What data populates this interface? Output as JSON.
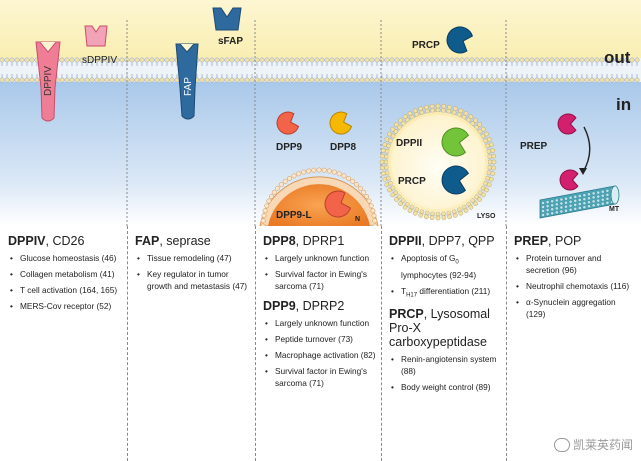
{
  "labels": {
    "out": "out",
    "in": "in",
    "dppiv": "DPPIV",
    "sdppiv": "sDPPIV",
    "fap": "FAP",
    "sfap": "sFAP",
    "dpp9": "DPP9",
    "dpp8": "DPP8",
    "dpp9l": "DPP9-L",
    "nucleus_n": "N",
    "prcp_out": "PRCP",
    "dppii": "DPPII",
    "prcp_in": "PRCP",
    "lyso": "LYSO",
    "prep": "PREP",
    "mt": "MT"
  },
  "panels": {
    "dppiv": {
      "name": "DPPIV",
      "alias": ", CD26",
      "items": [
        "Glucose homeostasis (46)",
        "Collagen metabolism (41)",
        "T cell activation (164, 165)",
        "MERS-Cov receptor (52)"
      ]
    },
    "fap": {
      "name": "FAP",
      "alias": ", seprase",
      "items": [
        "Tissue remodeling (47)",
        "Key regulator in tumor growth and metastasis (47)"
      ]
    },
    "dpp8": {
      "name": "DPP8",
      "alias": ", DPRP1",
      "items": [
        "Largely unknown function",
        "Survival factor in Ewing's sarcoma (71)"
      ]
    },
    "dpp9": {
      "name": "DPP9",
      "alias": ", DPRP2",
      "items": [
        "Largely unknown function",
        "Peptide turnover (73)",
        "Macrophage activation (82)",
        "Survival factor in Ewing's sarcoma (71)"
      ]
    },
    "dppii": {
      "name": "DPPII",
      "alias": ", DPP7, QPP",
      "item1_pre": "Apoptosis of G",
      "item1_sub": "0",
      "item1_post": " lymphocytes (92-94)",
      "item2_pre": "T",
      "item2_sub": "H17",
      "item2_post": " differentiation (211)"
    },
    "prcp": {
      "name": "PRCP",
      "alias": ", Lysosomal Pro-X carboxypeptidase",
      "items": [
        "Renin-angiotensin system (88)",
        "Body weight control (89)"
      ]
    },
    "prep": {
      "name": "PREP",
      "alias": ", POP",
      "items": [
        "Protein turnover and secretion (96)",
        "Neutrophil chemotaxis (116)",
        "α-Synuclein aggregation (129)"
      ]
    }
  },
  "watermark": "凯莱英药闻",
  "colors": {
    "dppiv": "#f07d96",
    "sdppiv": "#f2a3b5",
    "fap": "#2e6a9e",
    "dpp9": "#f2634a",
    "dpp8": "#f7b800",
    "dppii": "#74c43a",
    "prcp": "#0f5b8c",
    "prep": "#d21f6e",
    "nucleus": "#f28a3a",
    "membrane_head": "#f2e1a6"
  },
  "icons": {
    "lyso": "lysosome-icon",
    "mt": "microtubule-icon"
  }
}
